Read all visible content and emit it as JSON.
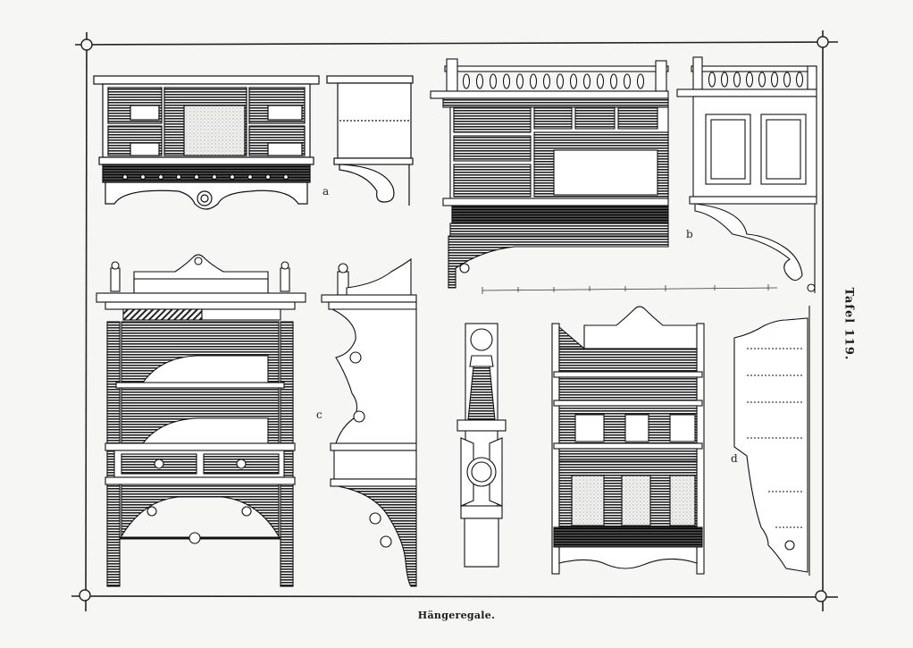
{
  "figure_labels": {
    "a": "a",
    "b": "b",
    "c": "c",
    "d": "d"
  },
  "plate_number": "Tafel 119.",
  "caption": "Hängeregale."
}
